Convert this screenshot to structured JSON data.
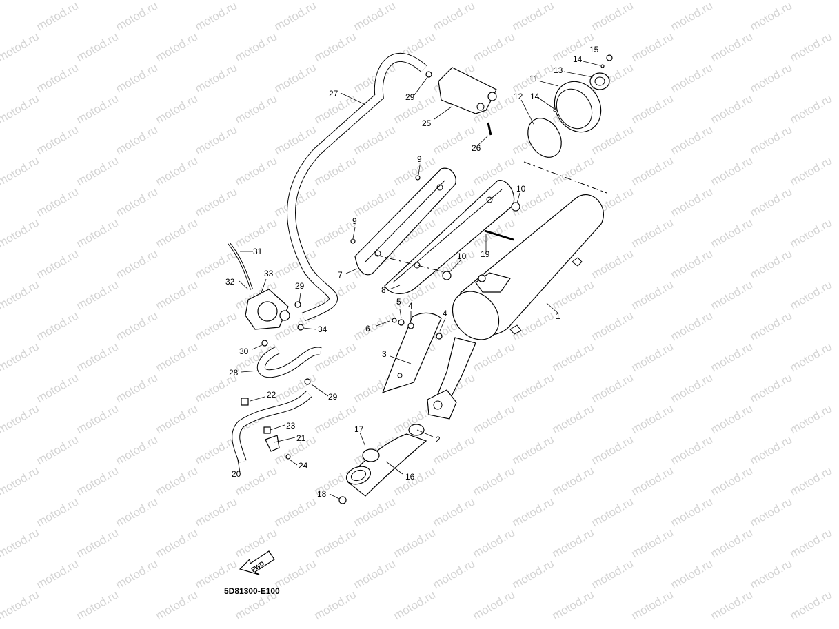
{
  "watermark": "motod.ru",
  "drawing_code": "5D81300-E100",
  "fwd_label": "FWD",
  "callouts": [
    {
      "id": "c1",
      "text": "1"
    },
    {
      "id": "c2",
      "text": "2"
    },
    {
      "id": "c3",
      "text": "3"
    },
    {
      "id": "c4a",
      "text": "4"
    },
    {
      "id": "c4b",
      "text": "4"
    },
    {
      "id": "c5",
      "text": "5"
    },
    {
      "id": "c6",
      "text": "6"
    },
    {
      "id": "c7",
      "text": "7"
    },
    {
      "id": "c8",
      "text": "8"
    },
    {
      "id": "c9a",
      "text": "9"
    },
    {
      "id": "c9b",
      "text": "9"
    },
    {
      "id": "c10a",
      "text": "10"
    },
    {
      "id": "c10b",
      "text": "10"
    },
    {
      "id": "c11",
      "text": "11"
    },
    {
      "id": "c12",
      "text": "12"
    },
    {
      "id": "c13",
      "text": "13"
    },
    {
      "id": "c14a",
      "text": "14"
    },
    {
      "id": "c14b",
      "text": "14"
    },
    {
      "id": "c15",
      "text": "15"
    },
    {
      "id": "c16",
      "text": "16"
    },
    {
      "id": "c17",
      "text": "17"
    },
    {
      "id": "c18",
      "text": "18"
    },
    {
      "id": "c19",
      "text": "19"
    },
    {
      "id": "c20",
      "text": "20"
    },
    {
      "id": "c21",
      "text": "21"
    },
    {
      "id": "c22",
      "text": "22"
    },
    {
      "id": "c23",
      "text": "23"
    },
    {
      "id": "c24",
      "text": "24"
    },
    {
      "id": "c25",
      "text": "25"
    },
    {
      "id": "c26",
      "text": "26"
    },
    {
      "id": "c27",
      "text": "27"
    },
    {
      "id": "c28",
      "text": "28"
    },
    {
      "id": "c29a",
      "text": "29"
    },
    {
      "id": "c29b",
      "text": "29"
    },
    {
      "id": "c29c",
      "text": "29"
    },
    {
      "id": "c30",
      "text": "30"
    },
    {
      "id": "c31",
      "text": "31"
    },
    {
      "id": "c32",
      "text": "32"
    },
    {
      "id": "c33",
      "text": "33"
    },
    {
      "id": "c34",
      "text": "34"
    }
  ]
}
